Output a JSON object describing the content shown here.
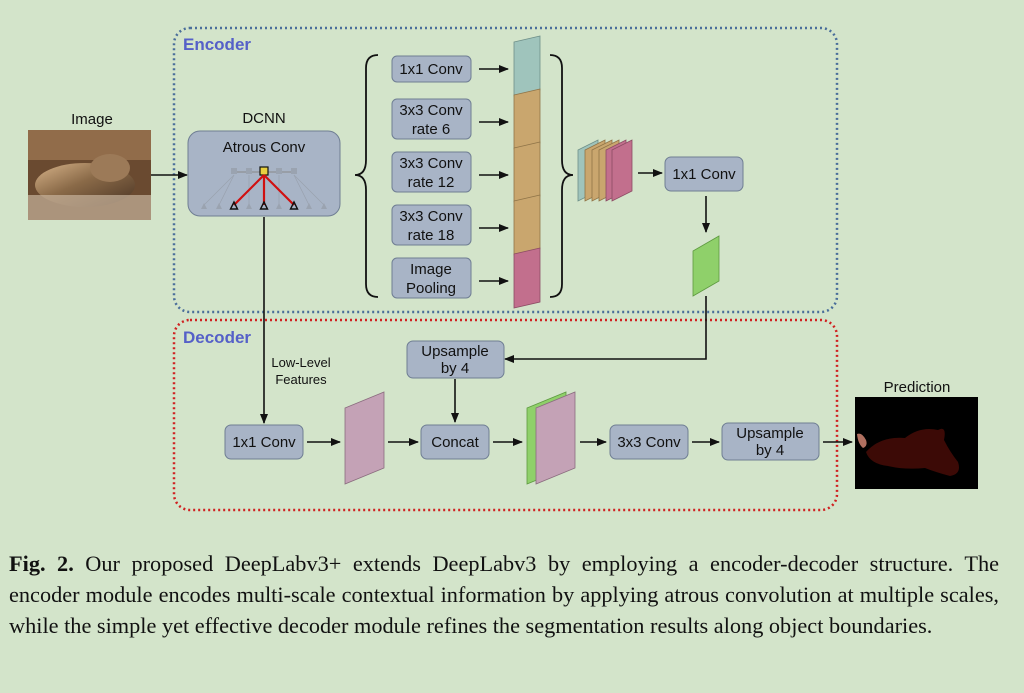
{
  "diagram": {
    "encoder_label": "Encoder",
    "decoder_label": "Decoder",
    "image_label": "Image",
    "dcnn_label": "DCNN",
    "atrous_conv_label": "Atrous Conv",
    "branches": [
      {
        "line1": "1x1 Conv",
        "line2": ""
      },
      {
        "line1": "3x3 Conv",
        "line2": "rate 6"
      },
      {
        "line1": "3x3 Conv",
        "line2": "rate 12"
      },
      {
        "line1": "3x3 Conv",
        "line2": "rate 18"
      },
      {
        "line1": "Image",
        "line2": "Pooling"
      }
    ],
    "encoder_conv_label": "1x1 Conv",
    "upsample_top_line1": "Upsample",
    "upsample_top_line2": "by 4",
    "low_level_line1": "Low-Level",
    "low_level_line2": "Features",
    "decoder_conv_label": "1x1 Conv",
    "concat_label": "Concat",
    "conv3x3_label": "3x3 Conv",
    "upsample_bottom_line1": "Upsample",
    "upsample_bottom_line2": "by 4",
    "prediction_label": "Prediction",
    "colors": {
      "background": "#d3e4ca",
      "box": "#a8b4c6",
      "encoder_border": "#4a6e9a",
      "decoder_border": "#d02020",
      "section_label": "#5560c8",
      "teal": "#9fc4bc",
      "tan": "#c9a66e",
      "pink": "#c26f8d",
      "green": "#8fd06a",
      "mauve": "#c4a2b6"
    }
  },
  "caption": {
    "label": "Fig. 2.",
    "text": "Our proposed DeepLabv3+ extends DeepLabv3 by employing a encoder-decoder structure. The encoder module encodes multi-scale contextual information by applying atrous convolution at multiple scales, while the simple yet effective decoder module refines the segmentation results along object boundaries."
  }
}
